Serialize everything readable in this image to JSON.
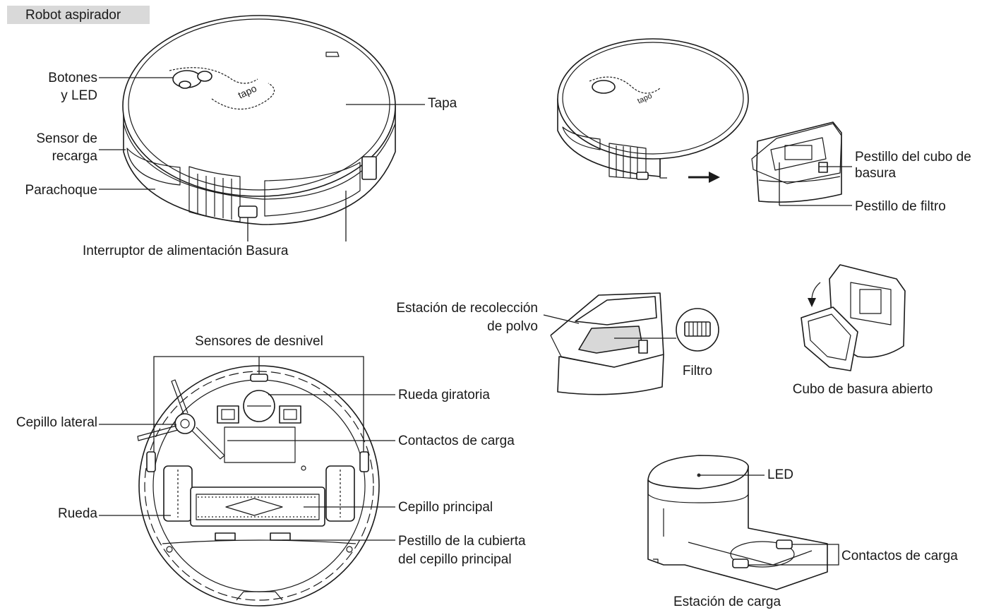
{
  "header": {
    "title": "Robot aspirador"
  },
  "labels": {
    "botones_led_1": "Botones",
    "botones_led_2": "y LED",
    "tapa": "Tapa",
    "sensor_recarga_1": "Sensor de",
    "sensor_recarga_2": "recarga",
    "parachoque": "Parachoque",
    "interruptor": "Interruptor de alimentación Basura",
    "pestillo_cubo_1": "Pestillo del cubo de",
    "pestillo_cubo_2": "basura",
    "pestillo_filtro": "Pestillo de filtro",
    "estacion_recoleccion_1": "Estación de recolección",
    "estacion_recoleccion_2": "de polvo",
    "filtro": "Filtro",
    "cubo_abierto": "Cubo de basura abierto",
    "sensores_desnivel": "Sensores de desnivel",
    "rueda_giratoria": "Rueda giratoria",
    "cepillo_lateral": "Cepillo lateral",
    "contactos_carga_robot": "Contactos de carga",
    "rueda": "Rueda",
    "cepillo_principal": "Cepillo principal",
    "pestillo_cubierta_1": "Pestillo de la cubierta",
    "pestillo_cubierta_2": "del cepillo principal",
    "led": "LED",
    "contactos_carga_estacion": "Contactos de carga",
    "estacion_carga": "Estación de carga"
  },
  "icons": {
    "logo_text": "tapo",
    "arrow": "right-arrow-icon"
  }
}
